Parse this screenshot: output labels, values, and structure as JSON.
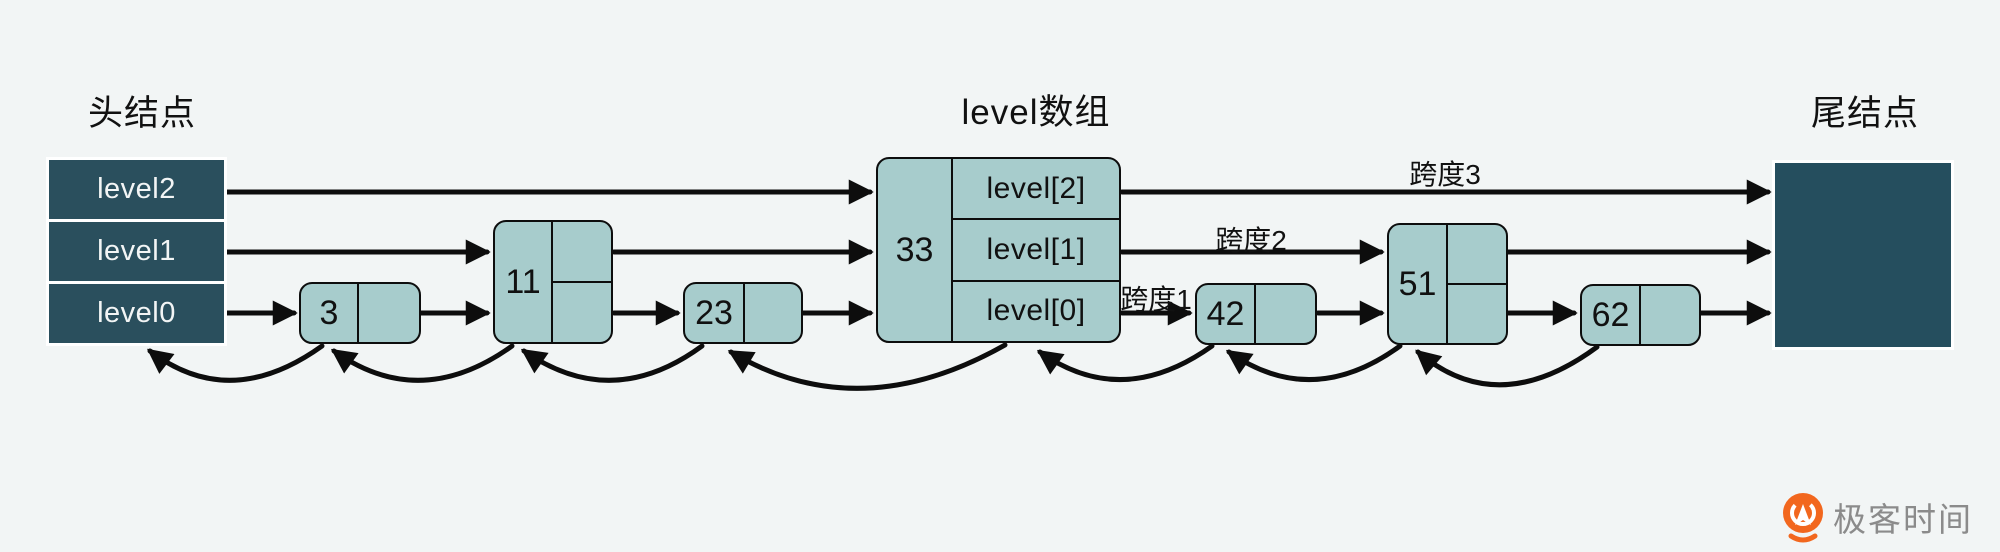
{
  "labels": {
    "head": "头结点",
    "level_array": "level数组",
    "tail": "尾结点"
  },
  "head_node": {
    "rows": [
      "level2",
      "level1",
      "level0"
    ]
  },
  "nodes": {
    "n3": {
      "value": "3"
    },
    "n11": {
      "value": "11"
    },
    "n23": {
      "value": "23"
    },
    "n33": {
      "value": "33",
      "cells": [
        "level[2]",
        "level[1]",
        "level[0]"
      ]
    },
    "n42": {
      "value": "42"
    },
    "n51": {
      "value": "51"
    },
    "n62": {
      "value": "62"
    }
  },
  "spans": {
    "span1": "跨度1",
    "span2": "跨度2",
    "span3": "跨度3"
  },
  "logo": {
    "text": "极客时间"
  },
  "colors": {
    "background": "#f2f5f5",
    "dark_node": "#2a4f5d",
    "tail_node": "#254e5e",
    "light_node": "#a7cccc",
    "line": "#0d0d0d",
    "logo_orange": "#f2671e",
    "logo_text": "#8b8b8b"
  }
}
